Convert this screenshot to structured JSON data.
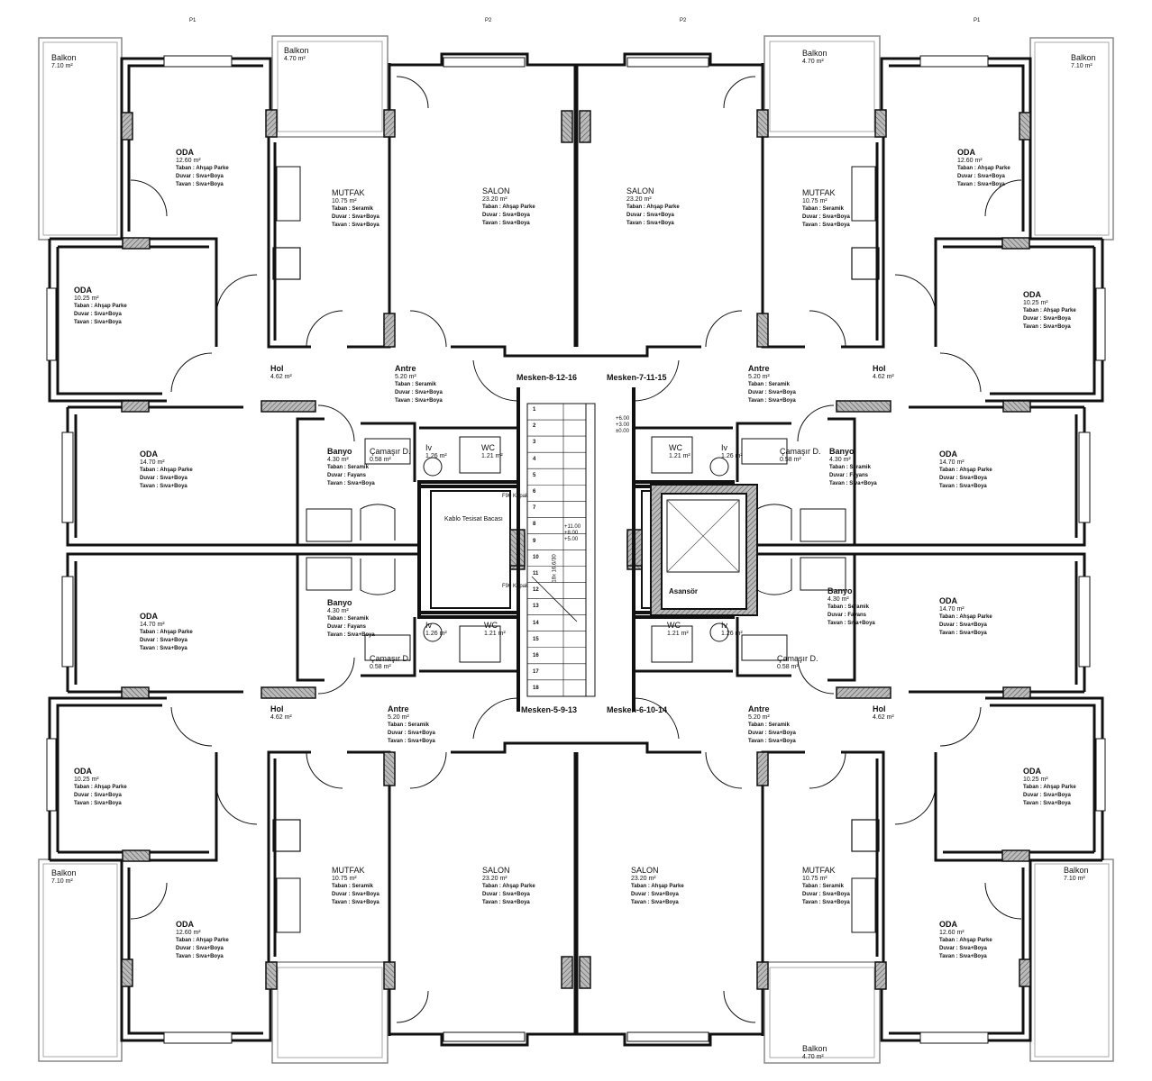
{
  "rooms": [
    {
      "name": "Balkon",
      "area": "7.10 m²",
      "finishes": []
    },
    {
      "name": "Balkon",
      "area": "4.70 m²",
      "finishes": []
    },
    {
      "name": "ODA",
      "area": "12.60 m²",
      "finishes": [
        "Taban : Ahşap Parke",
        "Duvar : Sıva+Boya",
        "Tavan : Sıva+Boya"
      ]
    },
    {
      "name": "MUTFAK",
      "area": "10.75 m²",
      "finishes": [
        "Taban : Seramik",
        "Duvar : Sıva+Boya",
        "Tavan : Sıva+Boya"
      ]
    },
    {
      "name": "SALON",
      "area": "23.20 m²",
      "finishes": [
        "Taban : Ahşap Parke",
        "Duvar : Sıva+Boya",
        "Tavan : Sıva+Boya"
      ]
    },
    {
      "name": "SALON",
      "area": "23.20 m²",
      "finishes": [
        "Taban : Ahşap Parke",
        "Duvar : Sıva+Boya",
        "Tavan : Sıva+Boya"
      ]
    },
    {
      "name": "MUTFAK",
      "area": "10.75 m²",
      "finishes": [
        "Taban : Seramik",
        "Duvar : Sıva+Boya",
        "Tavan : Sıva+Boya"
      ]
    },
    {
      "name": "Balkon",
      "area": "4.70 m²",
      "finishes": []
    },
    {
      "name": "ODA",
      "area": "12.60 m²",
      "finishes": [
        "Taban : Ahşap Parke",
        "Duvar : Sıva+Boya",
        "Tavan : Sıva+Boya"
      ]
    },
    {
      "name": "Balkon",
      "area": "7.10 m²",
      "finishes": []
    },
    {
      "name": "ODA",
      "area": "10.25 m²",
      "finishes": [
        "Taban : Ahşap Parke",
        "Duvar : Sıva+Boya",
        "Tavan : Sıva+Boya"
      ]
    },
    {
      "name": "ODA",
      "area": "10.25 m²",
      "finishes": [
        "Taban : Ahşap Parke",
        "Duvar : Sıva+Boya",
        "Tavan : Sıva+Boya"
      ]
    },
    {
      "name": "Hol",
      "area": "4.62 m²",
      "finishes": []
    },
    {
      "name": "Antre",
      "area": "5.20 m²",
      "finishes": [
        "Taban : Seramik",
        "Duvar : Sıva+Boya",
        "Tavan : Sıva+Boya"
      ]
    },
    {
      "name": "Antre",
      "area": "5.20 m²",
      "finishes": [
        "Taban : Seramik",
        "Duvar : Sıva+Boya",
        "Tavan : Sıva+Boya"
      ]
    },
    {
      "name": "Hol",
      "area": "4.62 m²",
      "finishes": []
    },
    {
      "name": "ODA",
      "area": "14.70 m²",
      "finishes": [
        "Taban : Ahşap Parke",
        "Duvar : Sıva+Boya",
        "Tavan : Sıva+Boya"
      ]
    },
    {
      "name": "Banyo",
      "area": "4.30 m²",
      "finishes": [
        "Taban : Seramik",
        "Duvar : Fayans",
        "Tavan : Sıva+Boya"
      ]
    },
    {
      "name": "Çamaşır D.",
      "area": "0.58 m²",
      "finishes": []
    },
    {
      "name": "Iv",
      "area": "1.26 m²",
      "finishes": []
    },
    {
      "name": "WC",
      "area": "1.21 m²",
      "finishes": []
    },
    {
      "name": "WC",
      "area": "1.21 m²",
      "finishes": []
    },
    {
      "name": "Iv",
      "area": "1.26 m²",
      "finishes": []
    },
    {
      "name": "Çamaşır D.",
      "area": "0.58 m²",
      "finishes": []
    },
    {
      "name": "Banyo",
      "area": "4.30 m²",
      "finishes": [
        "Taban : Seramik",
        "Duvar : Fayans",
        "Tavan : Sıva+Boya"
      ]
    },
    {
      "name": "ODA",
      "area": "14.70 m²",
      "finishes": [
        "Taban : Ahşap Parke",
        "Duvar : Sıva+Boya",
        "Tavan : Sıva+Boya"
      ]
    },
    {
      "name": "ODA",
      "area": "14.70 m²",
      "finishes": [
        "Taban : Ahşap Parke",
        "Duvar : Sıva+Boya",
        "Tavan : Sıva+Boya"
      ]
    },
    {
      "name": "Banyo",
      "area": "4.30 m²",
      "finishes": [
        "Taban : Seramik",
        "Duvar : Fayans",
        "Tavan : Sıva+Boya"
      ]
    },
    {
      "name": "Çamaşır D.",
      "area": "0.58 m²",
      "finishes": []
    },
    {
      "name": "Iv",
      "area": "1.26 m²",
      "finishes": []
    },
    {
      "name": "WC",
      "area": "1.21 m²",
      "finishes": []
    },
    {
      "name": "WC",
      "area": "1.21 m²",
      "finishes": []
    },
    {
      "name": "Iv",
      "area": "1.26 m²",
      "finishes": []
    },
    {
      "name": "Çamaşır D.",
      "area": "0.58 m²",
      "finishes": []
    },
    {
      "name": "Banyo",
      "area": "4.30 m²",
      "finishes": [
        "Taban : Seramik",
        "Duvar : Fayans",
        "Tavan : Sıva+Boya"
      ]
    },
    {
      "name": "ODA",
      "area": "14.70 m²",
      "finishes": [
        "Taban : Ahşap Parke",
        "Duvar : Sıva+Boya",
        "Tavan : Sıva+Boya"
      ]
    },
    {
      "name": "Hol",
      "area": "4.62 m²",
      "finishes": []
    },
    {
      "name": "Antre",
      "area": "5.20 m²",
      "finishes": [
        "Taban : Seramik",
        "Duvar : Sıva+Boya",
        "Tavan : Sıva+Boya"
      ]
    },
    {
      "name": "Antre",
      "area": "5.20 m²",
      "finishes": [
        "Taban : Seramik",
        "Duvar : Sıva+Boya",
        "Tavan : Sıva+Boya"
      ]
    },
    {
      "name": "Hol",
      "area": "4.62 m²",
      "finishes": []
    },
    {
      "name": "ODA",
      "area": "10.25 m²",
      "finishes": [
        "Taban : Ahşap Parke",
        "Duvar : Sıva+Boya",
        "Tavan : Sıva+Boya"
      ]
    },
    {
      "name": "ODA",
      "area": "10.25 m²",
      "finishes": [
        "Taban : Ahşap Parke",
        "Duvar : Sıva+Boya",
        "Tavan : Sıva+Boya"
      ]
    },
    {
      "name": "Balkon",
      "area": "7.10 m²",
      "finishes": []
    },
    {
      "name": "MUTFAK",
      "area": "10.75 m²",
      "finishes": [
        "Taban : Seramik",
        "Duvar : Sıva+Boya",
        "Tavan : Sıva+Boya"
      ]
    },
    {
      "name": "SALON",
      "area": "23.20 m²",
      "finishes": [
        "Taban : Ahşap Parke",
        "Duvar : Sıva+Boya",
        "Tavan : Sıva+Boya"
      ]
    },
    {
      "name": "SALON",
      "area": "23.20 m²",
      "finishes": [
        "Taban : Ahşap Parke",
        "Duvar : Sıva+Boya",
        "Tavan : Sıva+Boya"
      ]
    },
    {
      "name": "MUTFAK",
      "area": "10.75 m²",
      "finishes": [
        "Taban : Seramik",
        "Duvar : Sıva+Boya",
        "Tavan : Sıva+Boya"
      ]
    },
    {
      "name": "Balkon",
      "area": "7.10 m²",
      "finishes": []
    },
    {
      "name": "ODA",
      "area": "12.60 m²",
      "finishes": [
        "Taban : Ahşap Parke",
        "Duvar : Sıva+Boya",
        "Tavan : Sıva+Boya"
      ]
    },
    {
      "name": "ODA",
      "area": "12.60 m²",
      "finishes": [
        "Taban : Ahşap Parke",
        "Duvar : Sıva+Boya",
        "Tavan : Sıva+Boya"
      ]
    },
    {
      "name": "Balkon",
      "area": "4.70 m²",
      "finishes": []
    }
  ],
  "units": [
    "Mesken-8-12-16",
    "Mesken-7-11-15",
    "Mesken-5-9-13",
    "Mesken-6-10-14"
  ],
  "core": {
    "shaft_label": "Kablo Tesisat Bacası",
    "hatch_top": "F90 Kapak",
    "hatch_bottom": "F90 Kapak",
    "elevator_label": "Asansör",
    "stair_spec": "18x 16.6/30",
    "steps": [
      "1",
      "2",
      "3",
      "4",
      "5",
      "6",
      "7",
      "8",
      "9",
      "10",
      "11",
      "12",
      "13",
      "14",
      "15",
      "16",
      "17",
      "18"
    ],
    "levels_stair": [
      "+11.00",
      "+8.00",
      "+5.00"
    ],
    "levels_landing": [
      "+6.00",
      "+3.00",
      "±0.00"
    ]
  },
  "section_marks": [
    "P1",
    "P2",
    "P2",
    "P1"
  ]
}
